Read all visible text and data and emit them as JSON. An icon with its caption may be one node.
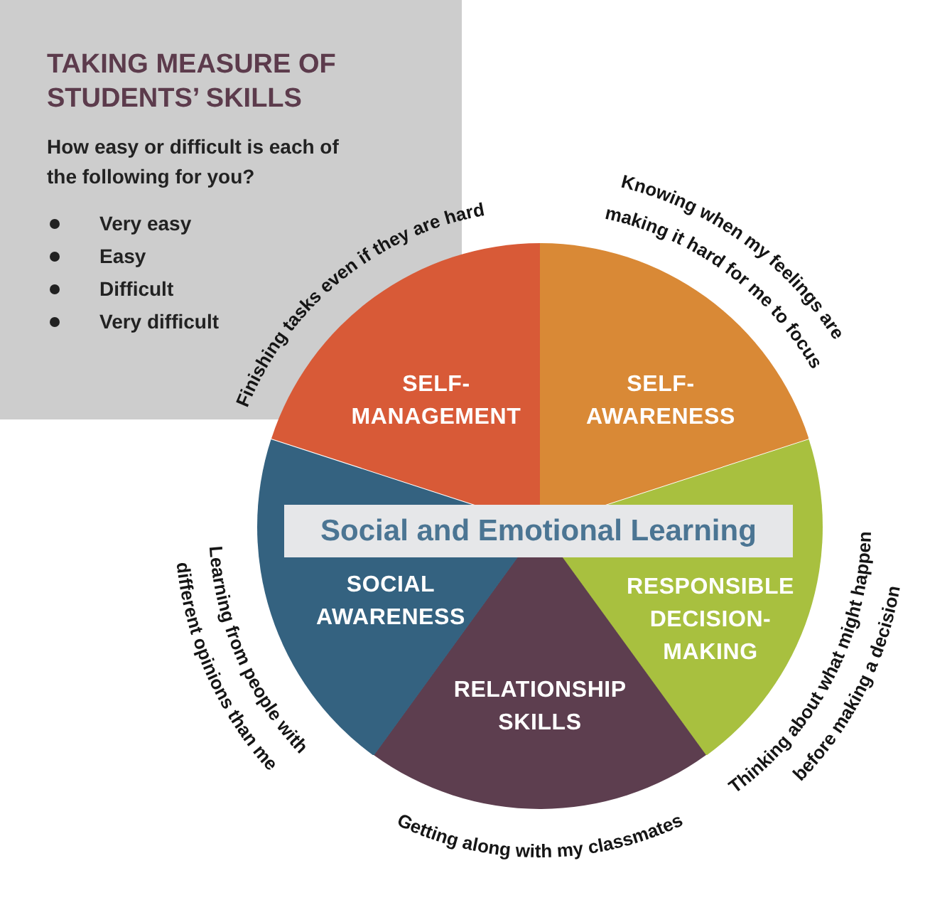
{
  "diagram": {
    "nodes": [
      {
        "text": [
          "TAKING MEASURE OF STUDENTS’ SKILLS",
          "How easy or difficult is each of the following for you?",
          "Very easy",
          "Easy",
          "Difficult",
          "Very difficult"
        ]
      },
      {
        "text": [
          "SELF-MANAGEMENT"
        ],
        "beside": [
          "Finishing tasks even if they are hard"
        ]
      },
      {
        "text": [
          "SELF-AWARENESS"
        ],
        "beside": [
          "Knowing when my feelings are making it hard for me to focus"
        ]
      },
      {
        "text": [
          "RESPONSIBLE DECISION-MAKING"
        ],
        "beside": [
          "Thinking about what might happen before making a decision"
        ]
      },
      {
        "text": [
          "RELATIONSHIP SKILLS"
        ],
        "beside": [
          "Getting along with my classmates"
        ]
      },
      {
        "text": [
          "SOCIAL AWARENESS"
        ],
        "beside": [
          "Learning from people with different opinions than me"
        ]
      },
      {
        "text": [
          "Social and Emotional Learning"
        ]
      }
    ],
    "edges": []
  }
}
